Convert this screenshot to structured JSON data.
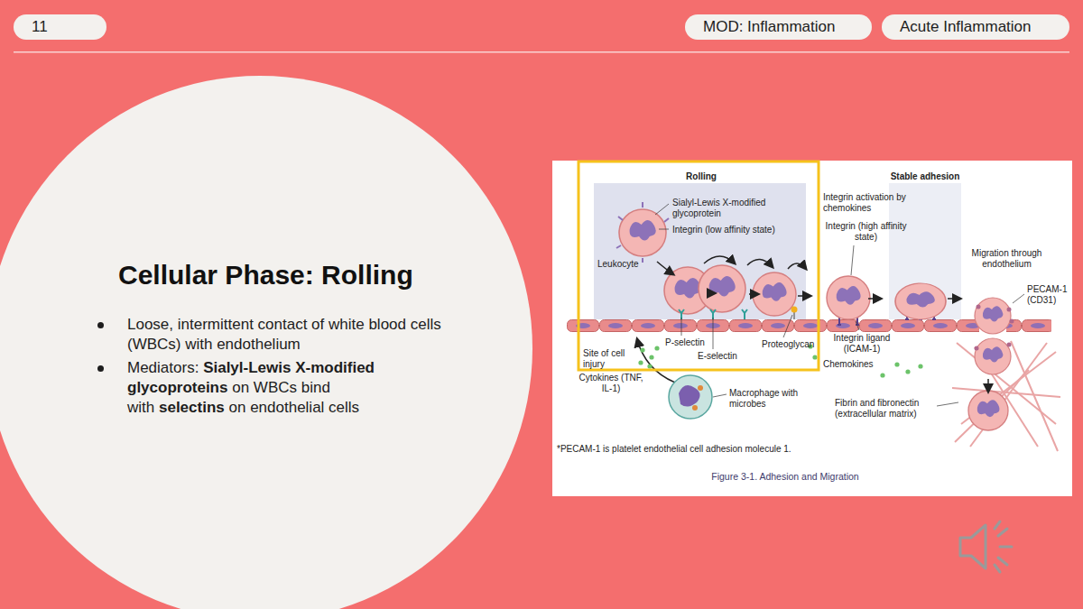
{
  "diagram": {
    "title": "Cellular Phase: Rolling",
    "caption": "Figure 3-1. Adhesion and Migration",
    "nodes": [
      {
        "text": [
          "11"
        ]
      },
      {
        "text": [
          "MOD: Inflammation"
        ]
      },
      {
        "text": [
          "Acute Inflammation"
        ]
      },
      {
        "text": [
          "Loose, intermittent contact of white blood cells (WBCs) with endothelium",
          "Mediators:",
          "Sialyl-Lewis X-modified glycoproteins",
          "on WBCs bind with",
          "selectins",
          "on endothelial cells"
        ]
      }
    ],
    "labels": [
      "Rolling",
      "Stable adhesion",
      "Sialyl-Lewis X-modified glycoprotein",
      "Integrin (low affinity state)",
      "Leukocyte",
      "Integrin activation by chemokines",
      "Integrin (high affinity state)",
      "Migration through endothelium",
      "PECAM-1 (CD31)",
      "P-selectin",
      "E-selectin",
      "Proteoglycan",
      "Integrin ligand (ICAM-1)",
      "Site of cell injury",
      "Cytokines (TNF, IL-1)",
      "Chemokines",
      "Macrophage with microbes",
      "Fibrin and fibronectin (extracellular matrix)",
      "*PECAM-1 is platelet endothelial cell adhesion molecule 1."
    ]
  }
}
